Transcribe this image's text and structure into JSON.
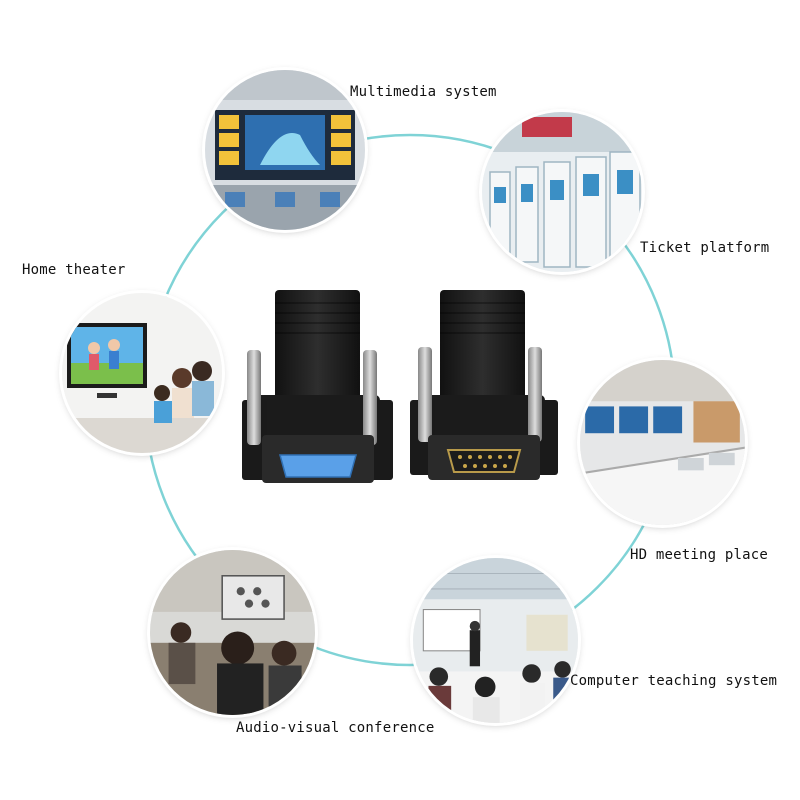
{
  "labels": {
    "multimedia": "Multimedia system",
    "ticket": "Ticket platform",
    "home_theater": "Home theater",
    "hd_meeting": "HD meeting place",
    "audio_visual": "Audio-visual conference",
    "teaching": "Computer teaching system"
  },
  "colors": {
    "ring": "#7fd3d6",
    "connector_body": "#1e1e1e",
    "female_port": "#5aa0e8",
    "male_port": "#b89a4a"
  },
  "connectors": [
    {
      "type": "female",
      "port_color": "#5aa0e8"
    },
    {
      "type": "male",
      "port_color": "#b89a4a"
    }
  ]
}
